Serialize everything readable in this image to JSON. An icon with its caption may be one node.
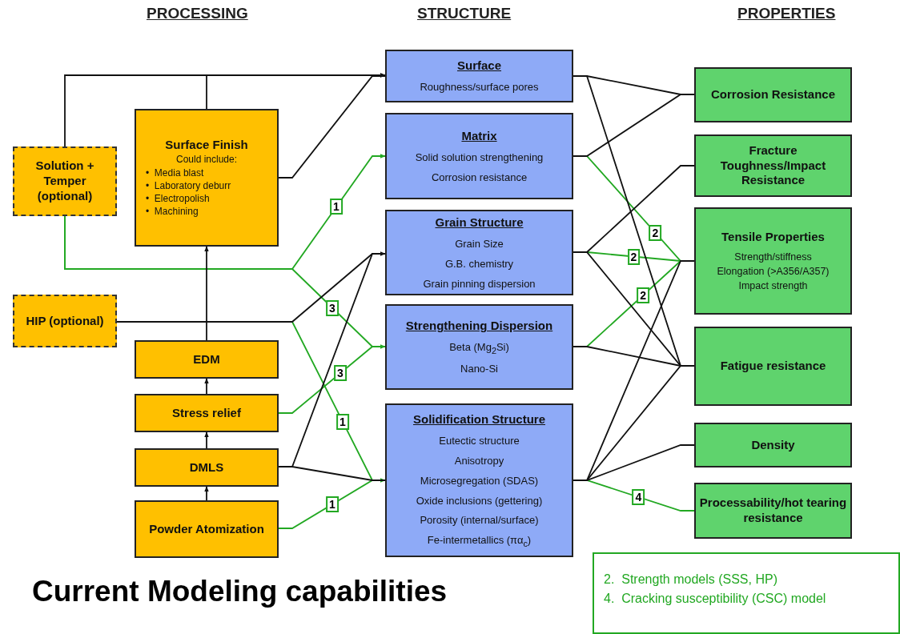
{
  "diagram": {
    "title": "Current Modeling capabilities",
    "nodes": [
      {
        "text": [
          "Solution + Temper (optional)"
        ]
      },
      {
        "text": [
          "Surface Finish",
          "Could include:",
          "•  Media blast",
          "•  Laboratory deburr",
          "•  Electropolish",
          "•  Machining"
        ]
      },
      {
        "text": [
          "HIP (optional)"
        ]
      },
      {
        "text": [
          "EDM"
        ]
      },
      {
        "text": [
          "Stress relief"
        ]
      },
      {
        "text": [
          "DMLS"
        ]
      },
      {
        "text": [
          "Powder Atomization"
        ]
      },
      {
        "text": [
          "Surface",
          "Roughness/surface pores"
        ]
      },
      {
        "text": [
          "Matrix",
          "Solid solution strengthening",
          "Corrosion resistance"
        ]
      },
      {
        "text": [
          "Grain Structure",
          "Grain Size",
          "G.B. chemistry",
          "Grain pinning dispersion"
        ]
      },
      {
        "text": [
          "Strengthening Dispersion",
          "Beta (Mg$_{2}$Si)",
          "Nano-Si"
        ]
      },
      {
        "text": [
          "Solidification Structure",
          "Eutectic structure",
          "Anisotropy",
          "Microsegregation (SDAS)",
          "Oxide inclusions (gettering)",
          "Porosity (internal/surface)",
          "Fe-intermetallics (πα$_{c}$)"
        ]
      },
      {
        "text": [
          "Corrosion Resistance"
        ]
      },
      {
        "text": [
          "Fracture Toughness/Impact Resistance"
        ]
      },
      {
        "text": [
          "Tensile Properties",
          "Strength/stiffness",
          "Elongation (>A356/A357)",
          "Impact strength"
        ]
      },
      {
        "text": [
          "Fatigue resistance"
        ]
      },
      {
        "text": [
          "Density"
        ]
      },
      {
        "text": [
          "Processability/hot tearing resistance"
        ]
      }
    ],
    "edges": [
      {
        "from": 0,
        "to": 7,
        "arrow": "to"
      },
      {
        "from": 1,
        "to": 7,
        "arrow": "to"
      },
      {
        "from": 1,
        "to": 7,
        "arrow": "none"
      },
      {
        "from": 0,
        "to": 8,
        "arrow": "to",
        "label": "1",
        "color": "#22a822"
      },
      {
        "from": 0,
        "to": 10,
        "arrow": "to",
        "label": "3",
        "color": "#22a822"
      },
      {
        "from": 2,
        "to": 9,
        "arrow": "to"
      },
      {
        "from": 2,
        "to": 11,
        "arrow": "to",
        "label": "1",
        "color": "#22a822"
      },
      {
        "from": 3,
        "to": 1,
        "arrow": "to"
      },
      {
        "from": 4,
        "to": 3,
        "arrow": "to"
      },
      {
        "from": 5,
        "to": 4,
        "arrow": "to"
      },
      {
        "from": 6,
        "to": 5,
        "arrow": "to"
      },
      {
        "from": 4,
        "to": 10,
        "arrow": "none",
        "label": "3",
        "color": "#22a822"
      },
      {
        "from": 5,
        "to": 9,
        "arrow": "none"
      },
      {
        "from": 5,
        "to": 11,
        "arrow": "none"
      },
      {
        "from": 6,
        "to": 11,
        "arrow": "none",
        "label": "1",
        "color": "#22a822"
      },
      {
        "from": 7,
        "to": 12,
        "arrow": "none"
      },
      {
        "from": 7,
        "to": 15,
        "arrow": "none"
      },
      {
        "from": 8,
        "to": 12,
        "arrow": "none"
      },
      {
        "from": 8,
        "to": 14,
        "arrow": "none",
        "label": "2",
        "color": "#22a822"
      },
      {
        "from": 9,
        "to": 13,
        "arrow": "none"
      },
      {
        "from": 9,
        "to": 14,
        "arrow": "none",
        "label": "2",
        "color": "#22a822"
      },
      {
        "from": 9,
        "to": 15,
        "arrow": "none"
      },
      {
        "from": 10,
        "to": 14,
        "arrow": "none",
        "label": "2",
        "color": "#22a822"
      },
      {
        "from": 10,
        "to": 15,
        "arrow": "none"
      },
      {
        "from": 11,
        "to": 14,
        "arrow": "none"
      },
      {
        "from": 11,
        "to": 15,
        "arrow": "none"
      },
      {
        "from": 11,
        "to": 16,
        "arrow": "none"
      },
      {
        "from": 11,
        "to": 17,
        "arrow": "none",
        "label": "4",
        "color": "#22a822"
      }
    ],
    "labels": [
      "PROCESSING",
      "STRUCTURE",
      "PROPERTIES",
      "2.  Strength models (SSS, HP)",
      "4.  Cracking susceptibility (CSC) model"
    ]
  }
}
